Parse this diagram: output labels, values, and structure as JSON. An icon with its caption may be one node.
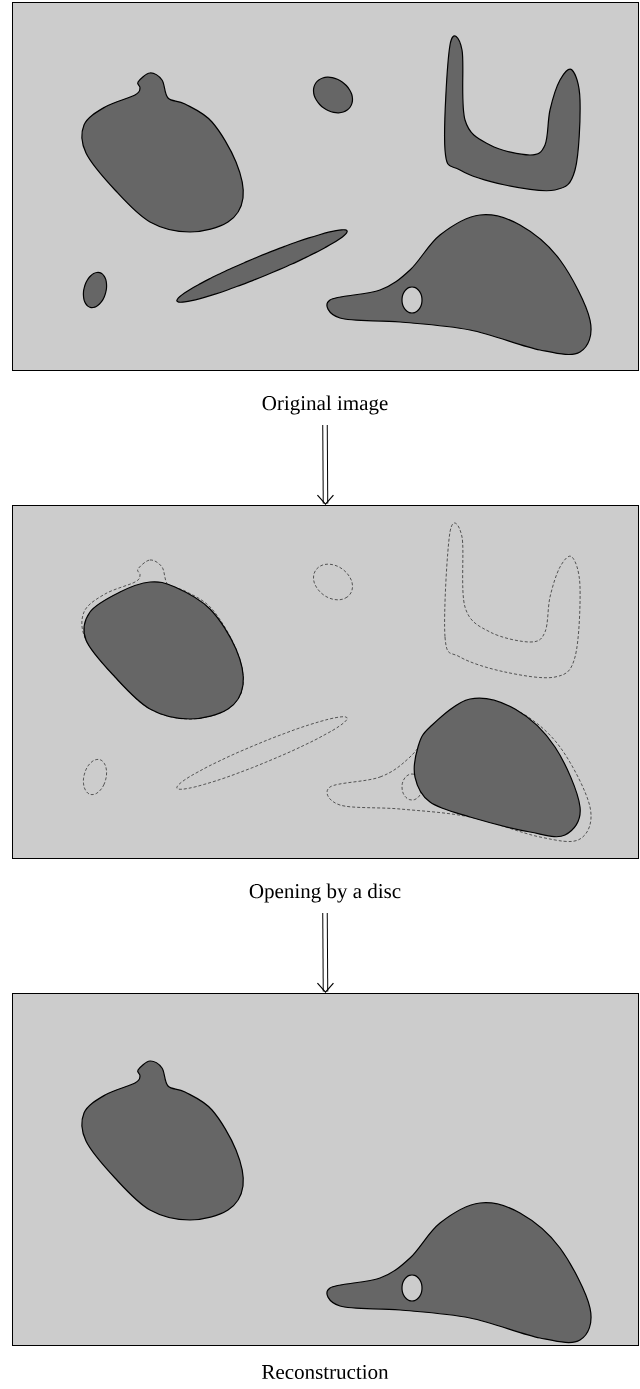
{
  "diagram": {
    "nodes": [
      {
        "text": [],
        "shape": "picture",
        "beside": [
          "Original image"
        ]
      },
      {
        "text": [],
        "shape": "picture",
        "beside": [
          "Opening by a disc"
        ]
      },
      {
        "text": [],
        "shape": "picture",
        "beside": [
          "Reconstruction"
        ]
      }
    ],
    "edges": [
      {
        "from": 0,
        "to": 1,
        "arrow": "to"
      },
      {
        "from": 1,
        "to": 2,
        "arrow": "to"
      }
    ]
  }
}
